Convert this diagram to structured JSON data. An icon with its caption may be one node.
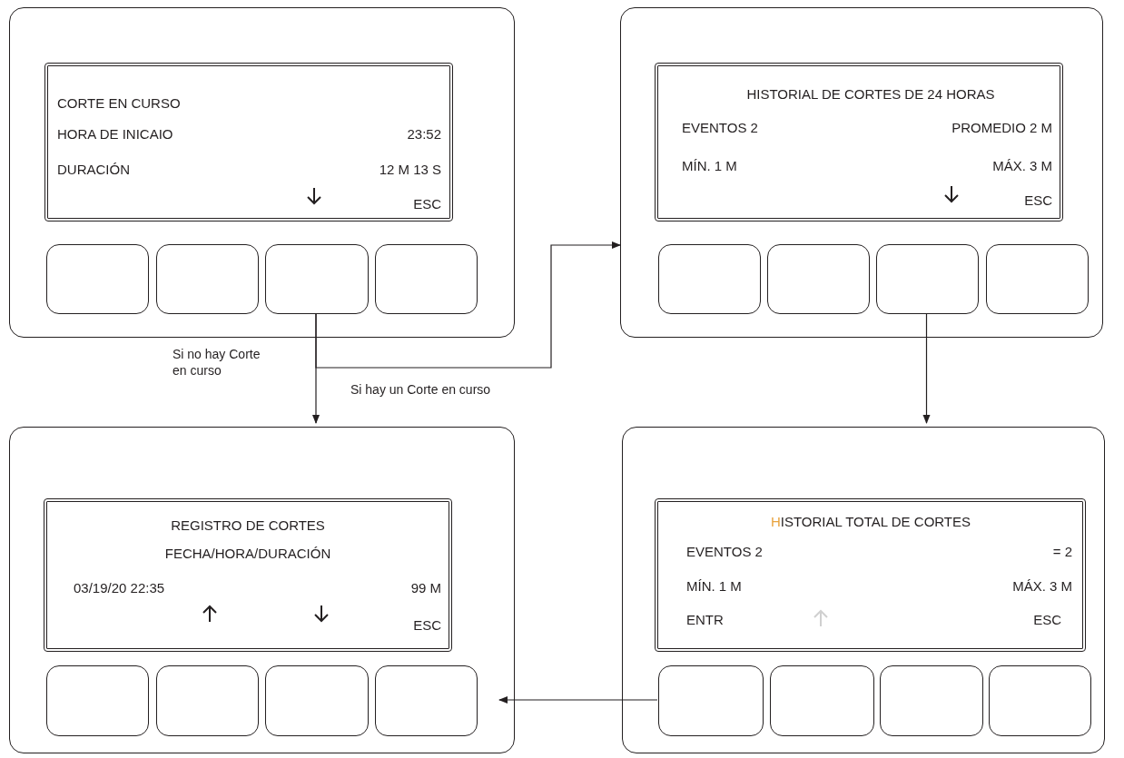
{
  "diagram": {
    "nodes": [
      {
        "text": [],
        "shape": "box"
      },
      {
        "text": [
          "CORTE EN CURSO",
          "HORA DE INICAIO",
          "23:52",
          "DURACIÓN",
          "12 M 13 S",
          "ESC"
        ],
        "in": 0
      },
      {
        "text": [],
        "shape": "box",
        "in": 0
      },
      {
        "text": [],
        "shape": "box",
        "in": 0
      },
      {
        "text": [],
        "shape": "box",
        "in": 0
      },
      {
        "text": [],
        "shape": "box",
        "in": 0
      },
      {
        "text": [],
        "shape": "box"
      },
      {
        "text": [
          "HISTORIAL DE CORTES DE 24 HORAS",
          "EVENTOS  2",
          "PROMEDIO 2 M",
          "MÍN. 1 M",
          "MÁX. 3 M",
          "ESC"
        ],
        "in": 6
      },
      {
        "text": [],
        "shape": "box",
        "in": 6
      },
      {
        "text": [],
        "shape": "box",
        "in": 6
      },
      {
        "text": [],
        "shape": "box",
        "in": 6
      },
      {
        "text": [],
        "shape": "box",
        "in": 6
      },
      {
        "text": [],
        "shape": "box"
      },
      {
        "text": [
          "REGISTRO DE CORTES",
          "FECHA/HORA/DURACIÓN",
          "03/19/20  22:35",
          "99 M",
          "ESC"
        ],
        "in": 12
      },
      {
        "text": [],
        "shape": "box",
        "in": 12
      },
      {
        "text": [],
        "shape": "box",
        "in": 12
      },
      {
        "text": [],
        "shape": "box",
        "in": 12
      },
      {
        "text": [],
        "shape": "box",
        "in": 12
      },
      {
        "text": [],
        "shape": "box"
      },
      {
        "text": [
          "HISTORIAL TOTAL DE CORTES",
          "EVENTOS  2",
          "= 2",
          "MÍN.  1 M",
          "MÁX.  3 M",
          "ENTR",
          "ESC"
        ],
        "in": 18
      },
      {
        "text": [],
        "shape": "box",
        "in": 18
      },
      {
        "text": [],
        "shape": "box",
        "in": 18
      },
      {
        "text": [],
        "shape": "box",
        "in": 18
      },
      {
        "text": [],
        "shape": "box",
        "in": 18
      }
    ],
    "edges": [
      {
        "from": 4,
        "to": 12,
        "arrow": "to",
        "label": "Si no hay Corte en curso"
      },
      {
        "from": 4,
        "to": 6,
        "arrow": "to",
        "label": "Si hay un Corte en curso"
      },
      {
        "from": 10,
        "to": 18,
        "arrow": "to"
      },
      {
        "from": 20,
        "to": 12,
        "arrow": "to"
      }
    ]
  }
}
